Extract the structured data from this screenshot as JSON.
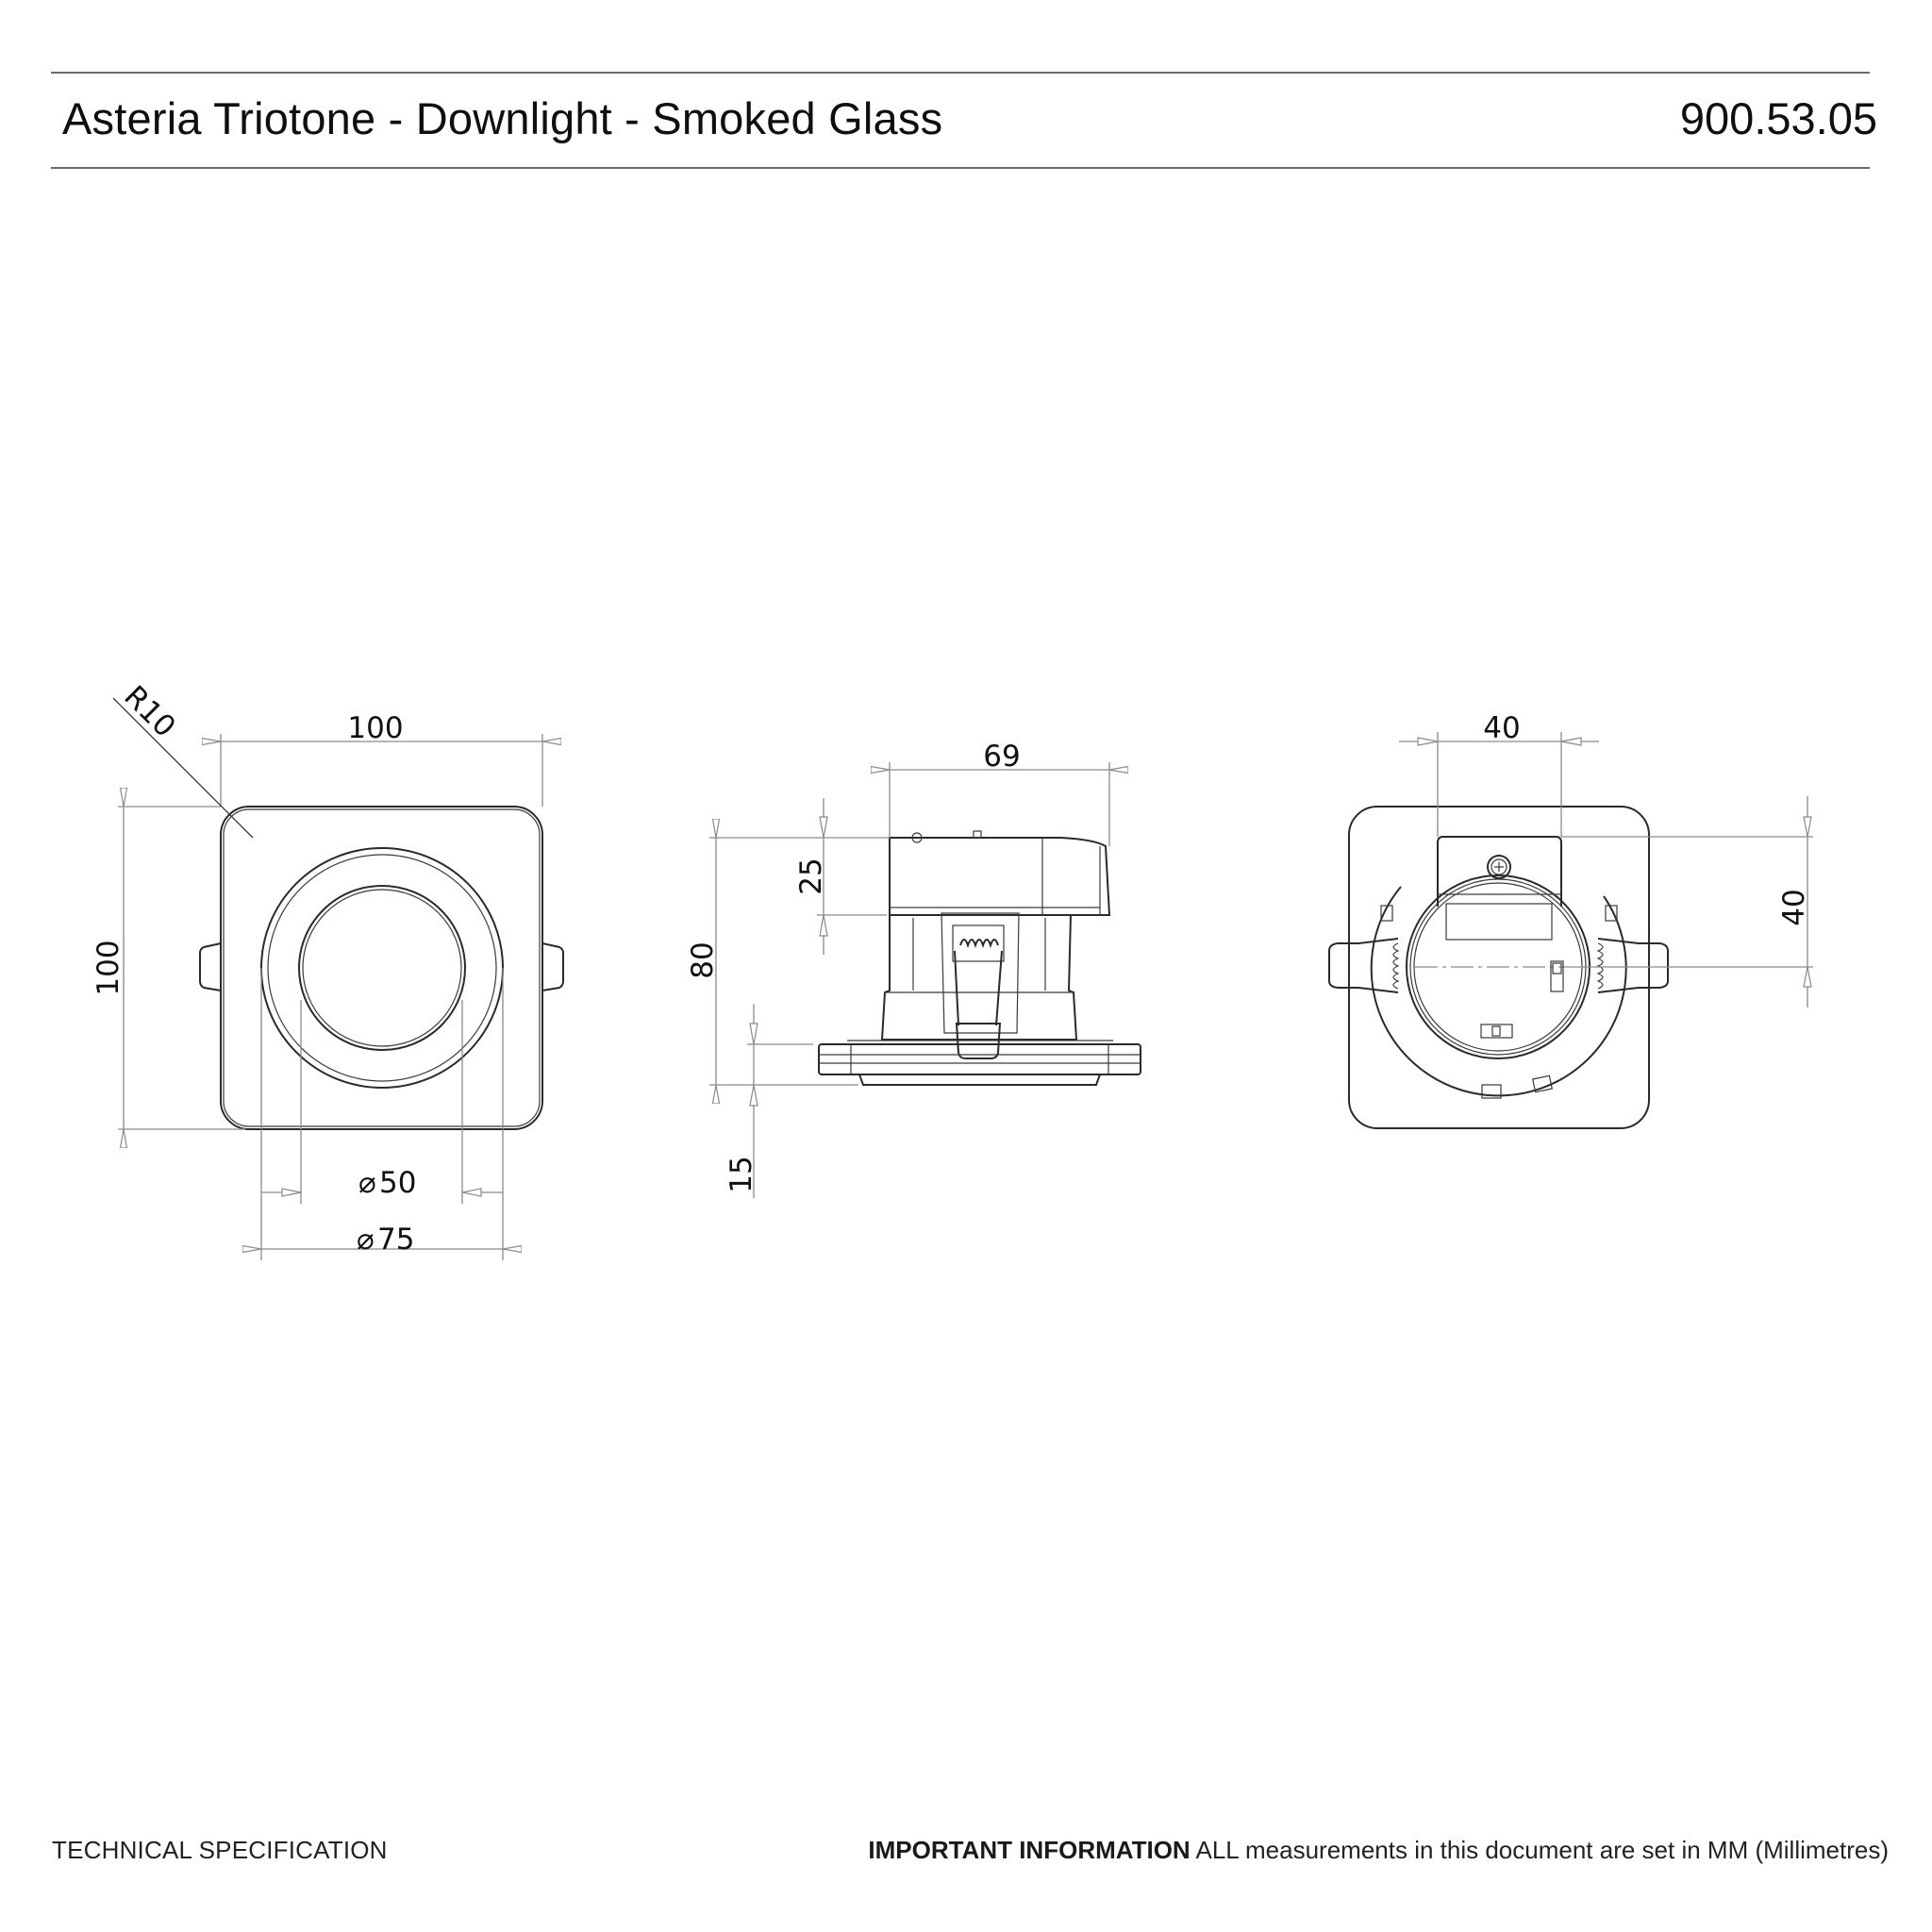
{
  "header": {
    "title": "Asteria Triotone - Downlight - Smoked Glass",
    "product_code": "900.53.05"
  },
  "drawing": {
    "front_view": {
      "width_dim": "100",
      "height_dim": "100",
      "corner_radius": "R10",
      "inner_diameter": "50",
      "outer_diameter": "75",
      "diameter_symbol": "⌀"
    },
    "side_view": {
      "body_width_dim": "69",
      "driver_height_dim": "25",
      "total_height_dim": "80",
      "flange_dim": "15"
    },
    "rear_view": {
      "bracket_width_dim": "40",
      "bracket_height_dim": "40"
    }
  },
  "footer": {
    "left_label": "TECHNICAL SPECIFICATION",
    "important_label": "IMPORTANT INFORMATION",
    "important_text": "ALL measurements in this document are set in MM (Millimetres)"
  },
  "colors": {
    "rule": "#6b6b6b",
    "line": "#2a2a2a",
    "dimension": "#8a8a8a",
    "text": "#111111"
  }
}
